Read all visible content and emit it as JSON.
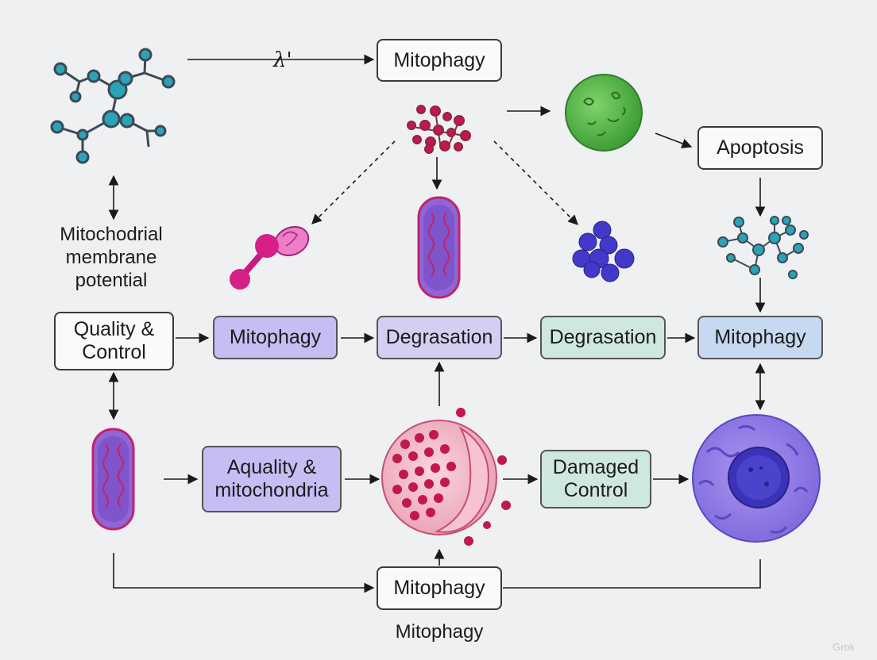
{
  "boxes": {
    "top_mitophagy": "Mitophagy",
    "apoptosis": "Apoptosis",
    "quality_control": "Quality  &\nControl",
    "mitophagy_mid": "Mitophagy",
    "degradation_1": "Degrasation",
    "degradation_2": "Degrasation",
    "mitophagy_right": "Mitophagy",
    "aquality": "Aquality &\nmitochondria",
    "damaged_control": "Damaged\nControl",
    "bottom_mitophagy": "Mitophagy"
  },
  "labels": {
    "membrane_potential": "Mitochodrial\nmembrane\npotential",
    "bottom_caption": "Mitophagy",
    "lambda_symbol": "λ'",
    "watermark": "Grok"
  },
  "colors": {
    "line": "#1a1a1a",
    "teal_molecule": "#2aa3b8",
    "red_molecule": "#c2184b",
    "magenta": "#d61f88",
    "purple_cell": "#8f5bd6",
    "blue_cluster": "#4238c9",
    "green_cell": "#5cbf4a",
    "lysosome_pink": "#f2b6c4"
  }
}
